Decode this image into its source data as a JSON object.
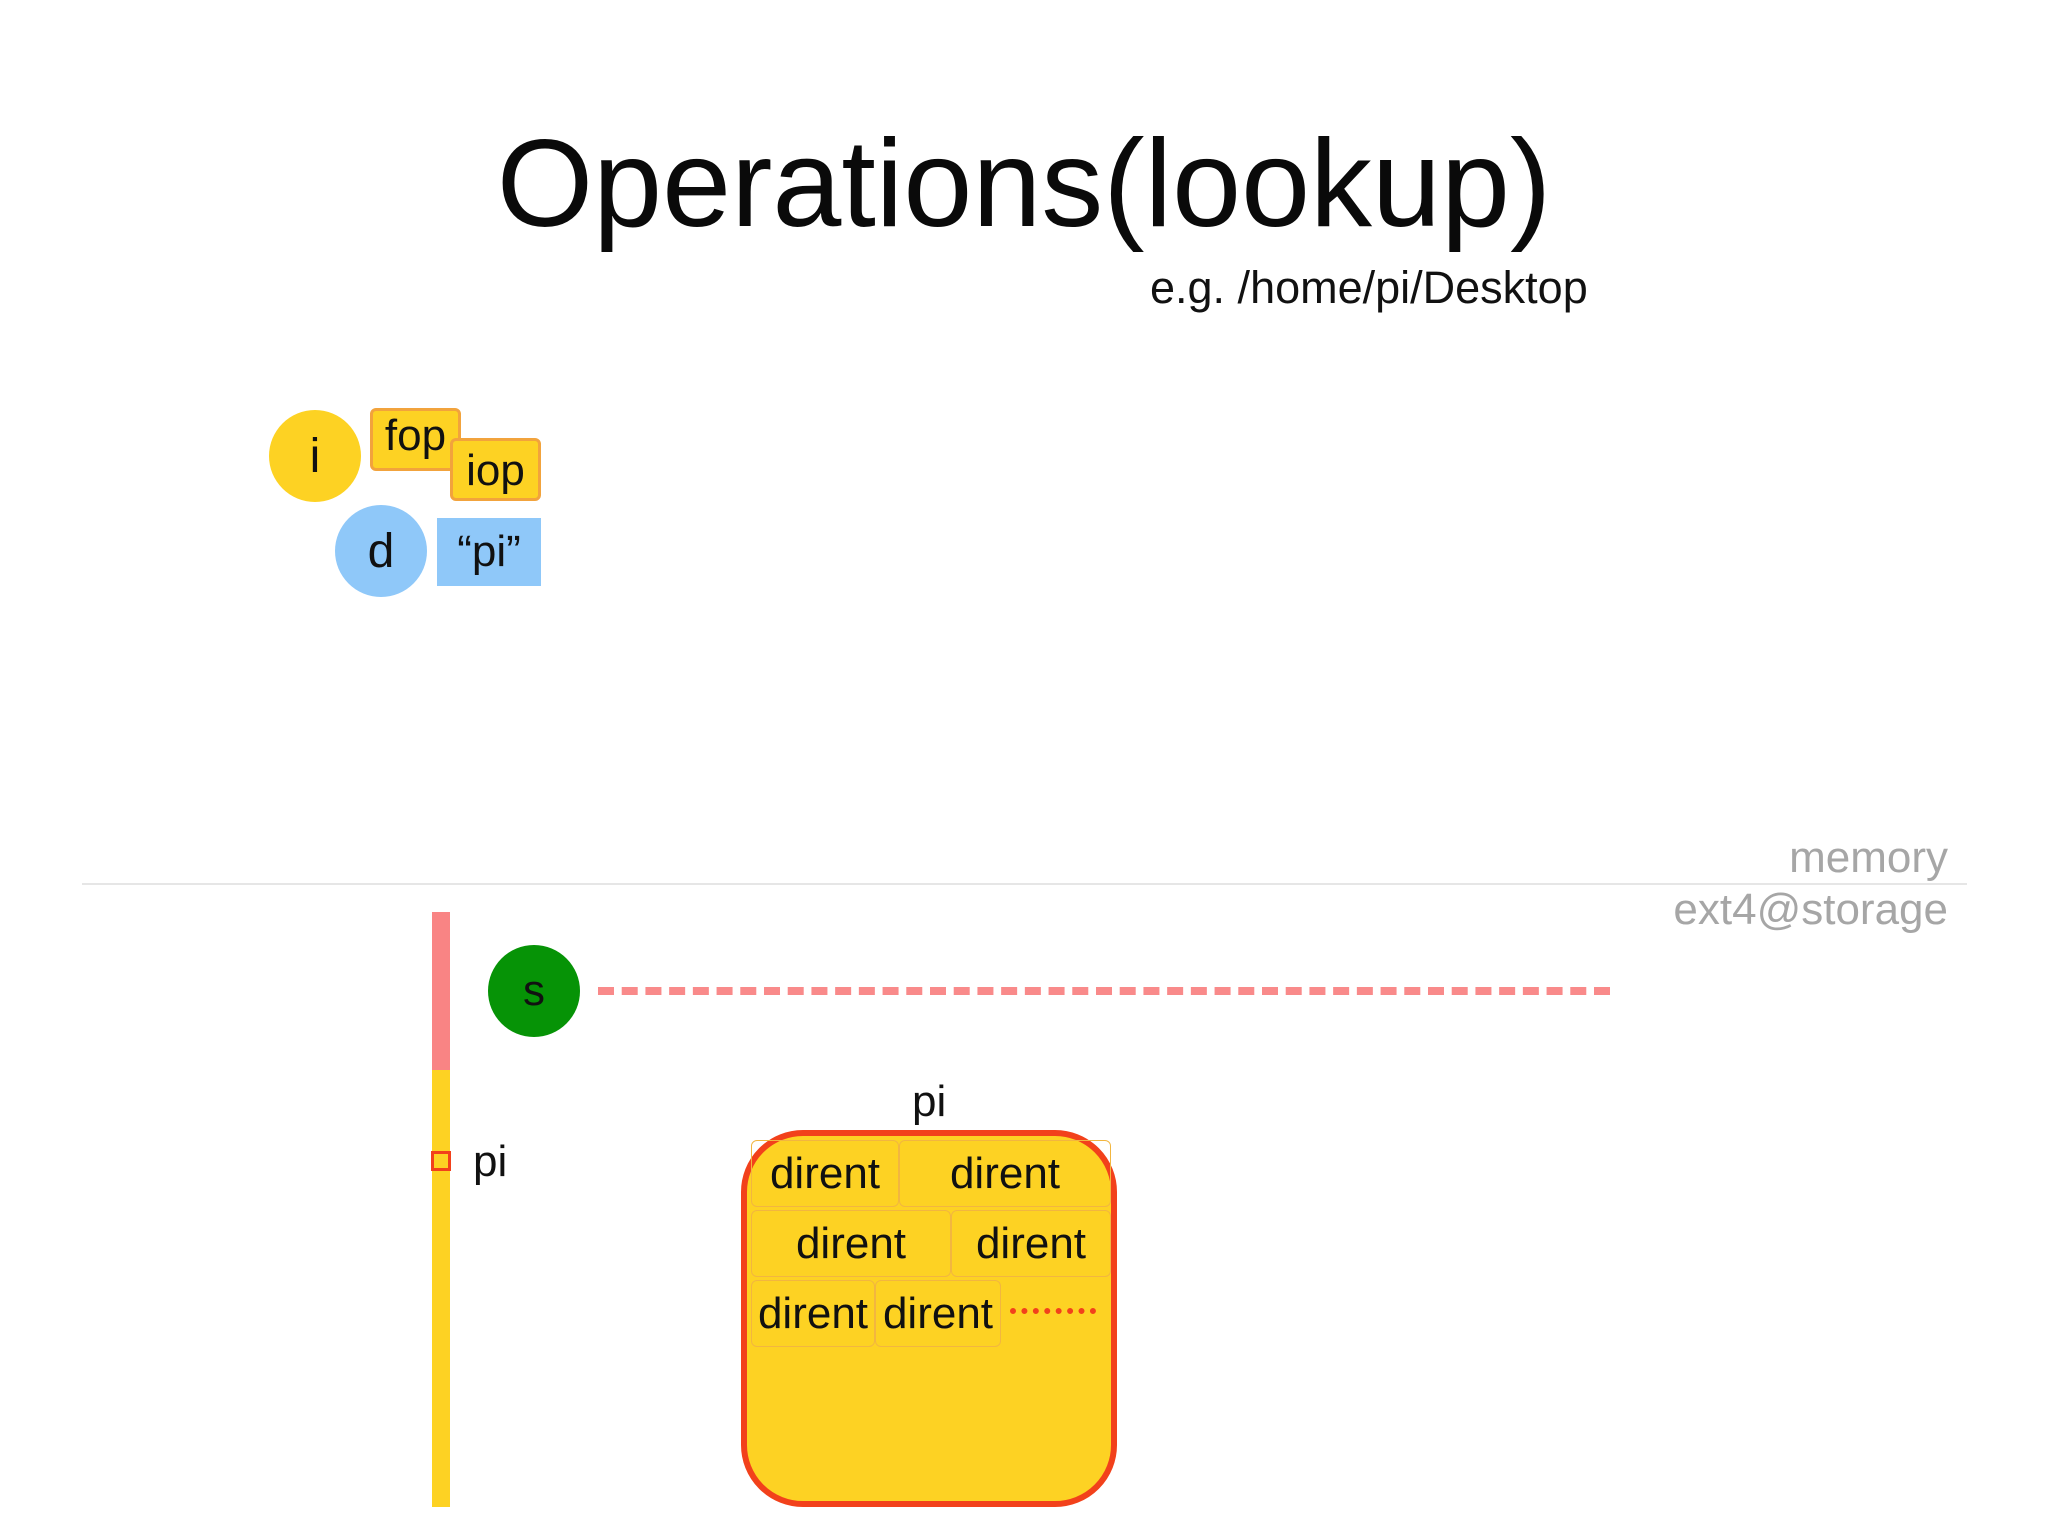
{
  "slide": {
    "title": "Operations(lookup)",
    "subtitle": "e.g. /home/pi/Desktop"
  },
  "memory": {
    "inode_label": "i",
    "fop_label": "fop",
    "iop_label": "iop",
    "dentry_label": "d",
    "dentry_name": "“pi”"
  },
  "regions": {
    "memory": "memory",
    "storage": "ext4@storage"
  },
  "storage": {
    "superblock_label": "s",
    "inode_ref_label": "pi",
    "dir_block_label": "pi",
    "dirents": [
      "dirent",
      "dirent",
      "dirent",
      "dirent",
      "dirent",
      "dirent"
    ]
  },
  "colors": {
    "inode": "#fdd223",
    "dentry": "#8fc8f9",
    "superblock": "#069306",
    "highlight": "#f2411b",
    "dashed_link": "#f98a8a",
    "region_label": "#a6a6a6"
  }
}
